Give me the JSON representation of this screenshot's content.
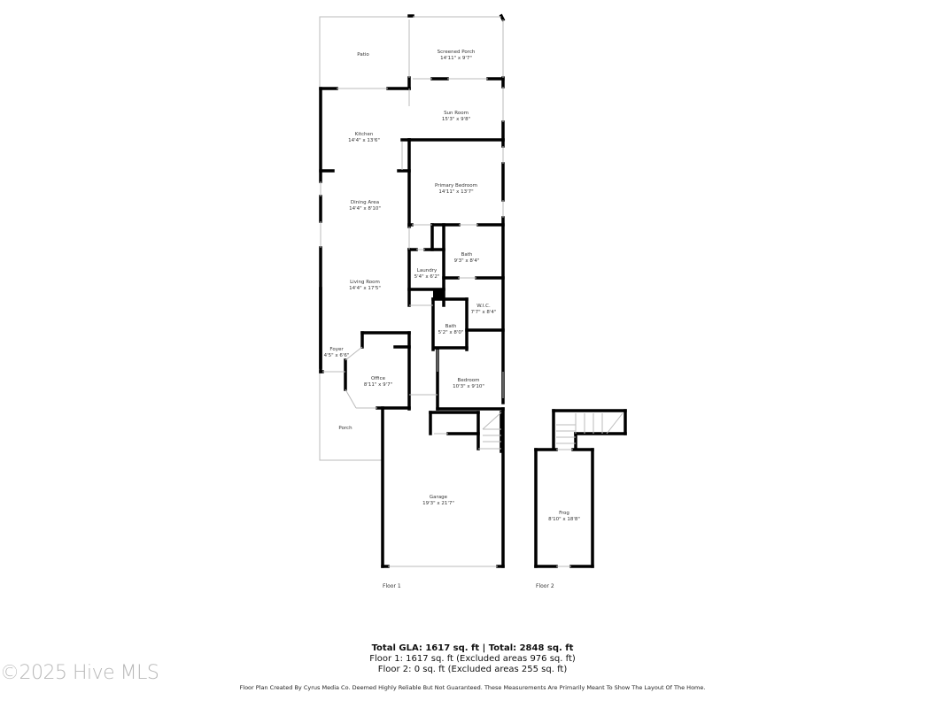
{
  "rooms": {
    "patio": {
      "name": "Patio",
      "dims": ""
    },
    "screened_porch": {
      "name": "Screened Porch",
      "dims": "14'11\" x 9'7\""
    },
    "sun_room": {
      "name": "Sun Room",
      "dims": "15'3\" x 9'8\""
    },
    "kitchen": {
      "name": "Kitchen",
      "dims": "14'4\" x 13'6\""
    },
    "primary_bedroom": {
      "name": "Primary Bedroom",
      "dims": "14'11\" x 13'7\""
    },
    "dining_area": {
      "name": "Dining Area",
      "dims": "14'4\" x 8'10\""
    },
    "bath_1": {
      "name": "Bath",
      "dims": "9'3\" x 8'4\""
    },
    "laundry": {
      "name": "Laundry",
      "dims": "5'4\" x 6'2\""
    },
    "living_room": {
      "name": "Living Room",
      "dims": "14'4\" x 17'5\""
    },
    "wic": {
      "name": "W.I.C.",
      "dims": "7'7\" x 8'4\""
    },
    "bath_2": {
      "name": "Bath",
      "dims": "5'2\" x 8'0\""
    },
    "foyer": {
      "name": "Foyer",
      "dims": "4'5\" x 6'6\""
    },
    "office": {
      "name": "Office",
      "dims": "8'11\" x 9'7\""
    },
    "bedroom": {
      "name": "Bedroom",
      "dims": "10'3\" x 9'10\""
    },
    "porch": {
      "name": "Porch",
      "dims": ""
    },
    "garage": {
      "name": "Garage",
      "dims": "19'3\" x 21'7\""
    },
    "frog": {
      "name": "Frog",
      "dims": "8'10\" x 18'8\""
    }
  },
  "floors": {
    "floor1_label": "Floor 1",
    "floor2_label": "Floor 2"
  },
  "summary": {
    "total_line": "Total GLA: 1617 sq. ft | Total: 2848 sq. ft",
    "floor1_line": "Floor 1: 1617 sq. ft (Excluded areas 976 sq. ft)",
    "floor2_line": "Floor 2: 0 sq. ft (Excluded areas 255 sq. ft)"
  },
  "watermark": "©2025 Hive MLS",
  "disclaimer": "Floor Plan Created By Cyrus Media Co. Deemed Highly Reliable But Not Guaranteed. These Measurements Are Primarily Meant To Show The Layout Of The Home.",
  "colors": {
    "wall": "#000000",
    "thin_wall": "#bbbbbb",
    "window": "#d9d9d9",
    "watermark": "#b8b8b8"
  }
}
